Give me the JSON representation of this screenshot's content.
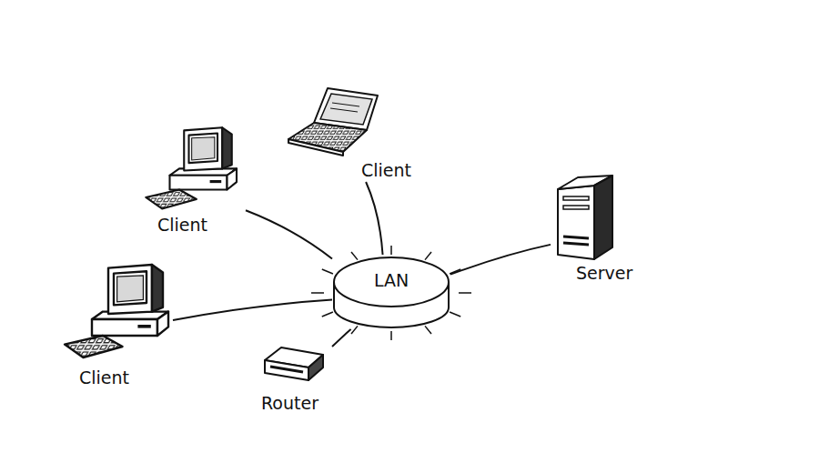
{
  "diagram": {
    "nodes": [
      {
        "text": [
          "Client"
        ]
      },
      {
        "text": [
          "Client"
        ]
      },
      {
        "text": [
          "Server"
        ]
      },
      {
        "text": [
          "LAN"
        ]
      },
      {
        "text": [
          "Client"
        ]
      },
      {
        "text": [
          "Router"
        ]
      }
    ],
    "edges": [
      {
        "from": 0,
        "to": 3,
        "arrow": "none"
      },
      {
        "from": 1,
        "to": 3,
        "arrow": "none"
      },
      {
        "from": 2,
        "to": 3,
        "arrow": "none"
      },
      {
        "from": 4,
        "to": 3,
        "arrow": "none"
      },
      {
        "from": 5,
        "to": 3,
        "arrow": "none"
      }
    ]
  }
}
